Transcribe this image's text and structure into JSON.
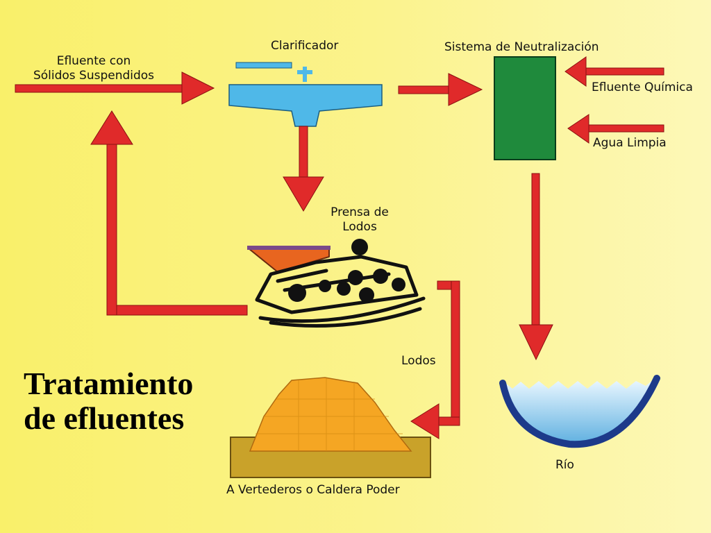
{
  "title": {
    "line1": "Tratamiento",
    "line2": "de efluentes"
  },
  "labels": {
    "influent_line1": "Efluente con",
    "influent_line2": "Sólidos Suspendidos",
    "clarifier": "Clarificador",
    "neutralization": "Sistema de Neutralización",
    "chemical_effluent": "Efluente Química",
    "clean_water": "Agua Limpia",
    "press_line1": "Prensa de",
    "press_line2": "Lodos",
    "sludge": "Lodos",
    "landfill": "A Vertederos o Caldera Poder",
    "river": "Río"
  },
  "colors": {
    "arrow": "#e02a2a",
    "clarifier": "#4fb8e8",
    "tank": "#1f8a3c",
    "pile": "#f5a623",
    "ground": "#c9a22a",
    "water": "#8ccff0",
    "basin": "#1d3a8a"
  }
}
